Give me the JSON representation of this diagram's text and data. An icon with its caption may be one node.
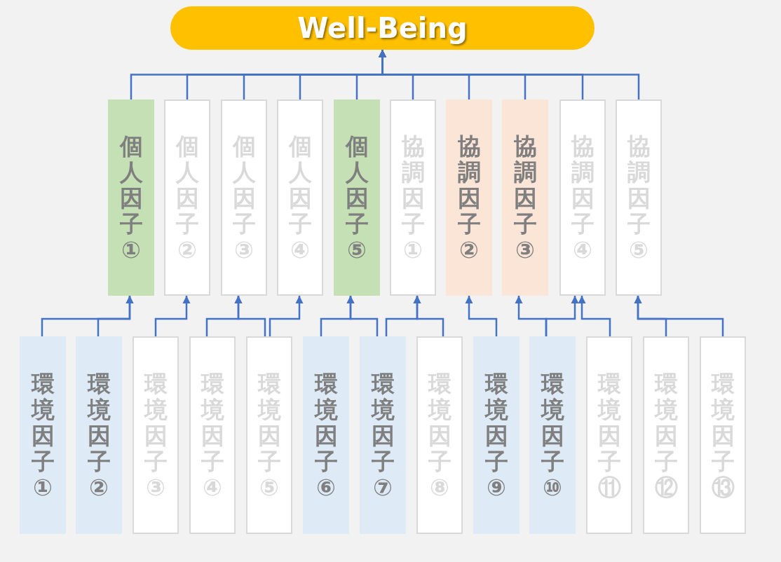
{
  "diagram": {
    "nodes": [
      {
        "text": [
          "Well-Being"
        ]
      },
      {
        "text": [
          "個人因子①"
        ]
      },
      {
        "text": [
          "個人因子②"
        ]
      },
      {
        "text": [
          "個人因子③"
        ]
      },
      {
        "text": [
          "個人因子④"
        ]
      },
      {
        "text": [
          "個人因子⑤"
        ]
      },
      {
        "text": [
          "協調因子①"
        ]
      },
      {
        "text": [
          "協調因子②"
        ]
      },
      {
        "text": [
          "協調因子③"
        ]
      },
      {
        "text": [
          "協調因子④"
        ]
      },
      {
        "text": [
          "協調因子⑤"
        ]
      },
      {
        "text": [
          "環境因子①"
        ]
      },
      {
        "text": [
          "環境因子②"
        ]
      },
      {
        "text": [
          "環境因子③"
        ]
      },
      {
        "text": [
          "環境因子④"
        ]
      },
      {
        "text": [
          "環境因子⑤"
        ]
      },
      {
        "text": [
          "環境因子⑥"
        ]
      },
      {
        "text": [
          "環境因子⑦"
        ]
      },
      {
        "text": [
          "環境因子⑧"
        ]
      },
      {
        "text": [
          "環境因子⑨"
        ]
      },
      {
        "text": [
          "環境因子⑩"
        ]
      },
      {
        "text": [
          "環境因子⑪"
        ]
      },
      {
        "text": [
          "環境因子⑫"
        ]
      },
      {
        "text": [
          "環境因子⑬"
        ]
      }
    ],
    "edges": [
      {
        "from": 11,
        "to": 1,
        "arrow": "to"
      },
      {
        "from": 12,
        "to": 1,
        "arrow": "to"
      },
      {
        "from": 13,
        "to": 2,
        "arrow": "to"
      },
      {
        "from": 14,
        "to": 3,
        "arrow": "to"
      },
      {
        "from": 15,
        "to": 3,
        "arrow": "to"
      },
      {
        "from": 15,
        "to": 4,
        "arrow": "to"
      },
      {
        "from": 16,
        "to": 5,
        "arrow": "to"
      },
      {
        "from": 17,
        "to": 5,
        "arrow": "to"
      },
      {
        "from": 17,
        "to": 6,
        "arrow": "to"
      },
      {
        "from": 18,
        "to": 6,
        "arrow": "to"
      },
      {
        "from": 19,
        "to": 7,
        "arrow": "to"
      },
      {
        "from": 20,
        "to": 8,
        "arrow": "to"
      },
      {
        "from": 20,
        "to": 9,
        "arrow": "to"
      },
      {
        "from": 21,
        "to": 9,
        "arrow": "to"
      },
      {
        "from": 22,
        "to": 10,
        "arrow": "to"
      },
      {
        "from": 23,
        "to": 10,
        "arrow": "to"
      },
      {
        "from": 1,
        "to": 0,
        "arrow": "to"
      },
      {
        "from": 2,
        "to": 0,
        "arrow": "to"
      },
      {
        "from": 3,
        "to": 0,
        "arrow": "to"
      },
      {
        "from": 4,
        "to": 0,
        "arrow": "to"
      },
      {
        "from": 5,
        "to": 0,
        "arrow": "to"
      },
      {
        "from": 6,
        "to": 0,
        "arrow": "to"
      },
      {
        "from": 7,
        "to": 0,
        "arrow": "to"
      },
      {
        "from": 8,
        "to": 0,
        "arrow": "to"
      },
      {
        "from": 9,
        "to": 0,
        "arrow": "to"
      },
      {
        "from": 10,
        "to": 0,
        "arrow": "to"
      }
    ]
  }
}
